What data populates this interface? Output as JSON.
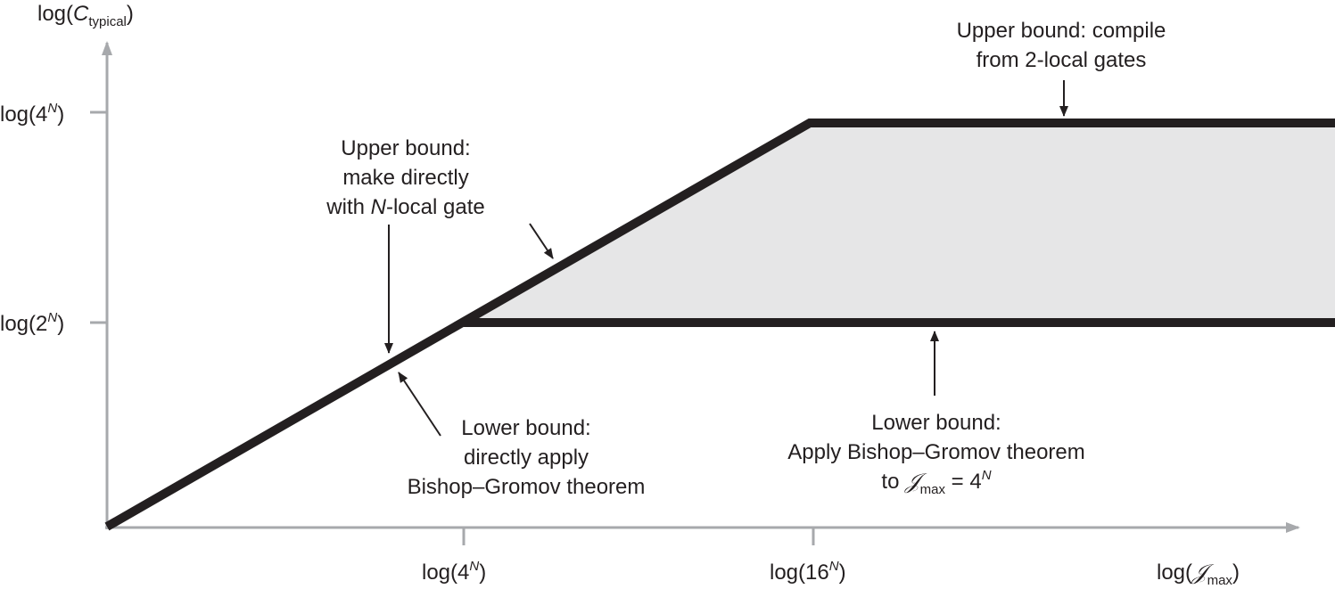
{
  "axes": {
    "y_label": {
      "base": "log(",
      "var": "C",
      "sub": "typical",
      "close": ")"
    },
    "x_label": {
      "base": "log(",
      "var": "𝒥",
      "sub": "max",
      "close": ")"
    },
    "y_ticks": [
      {
        "base": "log(4",
        "sup": "N",
        "close": ")"
      },
      {
        "base": "log(2",
        "sup": "N",
        "close": ")"
      }
    ],
    "x_ticks": [
      {
        "base": "log(4",
        "sup": "N",
        "close": ")"
      },
      {
        "base": "log(16",
        "sup": "N",
        "close": ")"
      }
    ]
  },
  "annotations": {
    "upper_compile": {
      "line1": "Upper bound: compile",
      "line2": "from 2-local gates"
    },
    "upper_direct": {
      "line1": "Upper bound:",
      "line2": "make directly",
      "line3_pre": "with ",
      "line3_var": "N",
      "line3_post": "-local gate"
    },
    "lower_direct": {
      "line1": "Lower bound:",
      "line2": "directly apply",
      "line3": "Bishop–Gromov theorem"
    },
    "lower_bishop": {
      "line1": "Lower bound:",
      "line2": "Apply Bishop–Gromov theorem",
      "line3_pre": "to ",
      "line3_var": "𝒥",
      "line3_sub": "max",
      "line3_mid": " = 4",
      "line3_sup": "N"
    }
  },
  "colors": {
    "line": "#231f20",
    "axis": "#a7a9ac",
    "band_fill": "#e6e6e7"
  }
}
